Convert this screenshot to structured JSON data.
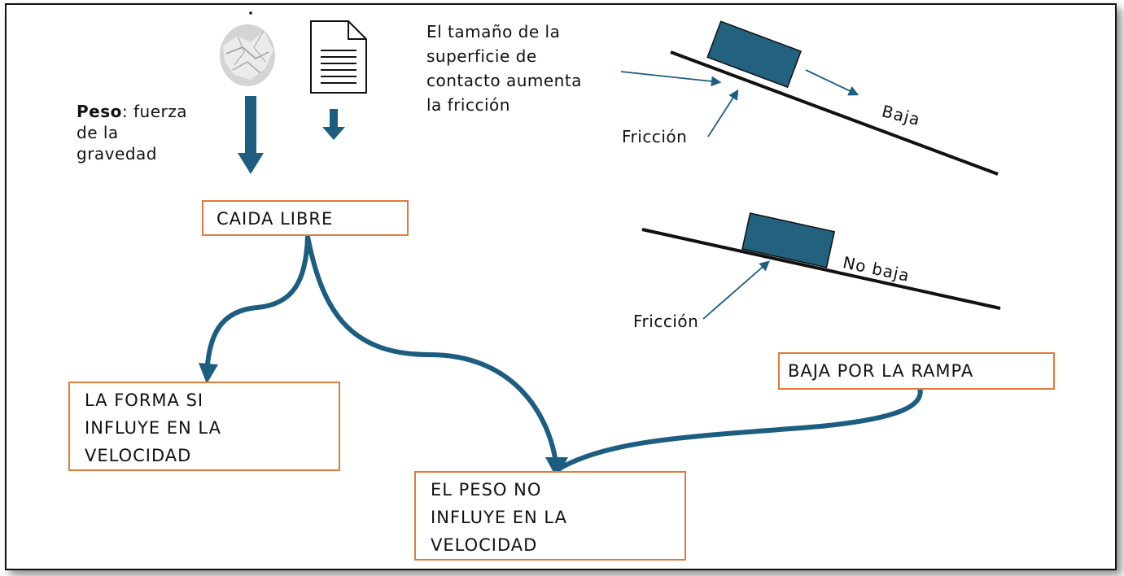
{
  "peso_label": {
    "bold": "Peso",
    "rest": ": fuerza",
    "line2": "de la",
    "line3": "gravedad"
  },
  "superficie_text": [
    "El tamaño de la",
    "superficie de",
    "contacto aumenta",
    "la fricción"
  ],
  "friccion_top": "Fricción",
  "friccion_bottom": "Fricción",
  "baja_label": "Baja",
  "no_baja_label": "No baja",
  "boxes": {
    "caida_libre": "CAIDA LIBRE",
    "forma": [
      "LA FORMA SI",
      "INFLUYE EN LA",
      "VELOCIDAD"
    ],
    "peso": [
      "EL PESO NO",
      "INFLUYE EN LA",
      "VELOCIDAD"
    ],
    "rampa": "BAJA POR LA RAMPA"
  },
  "colors": {
    "arrow": "#1c5d80",
    "box_border": "#e07b39",
    "block": "#22627f"
  }
}
